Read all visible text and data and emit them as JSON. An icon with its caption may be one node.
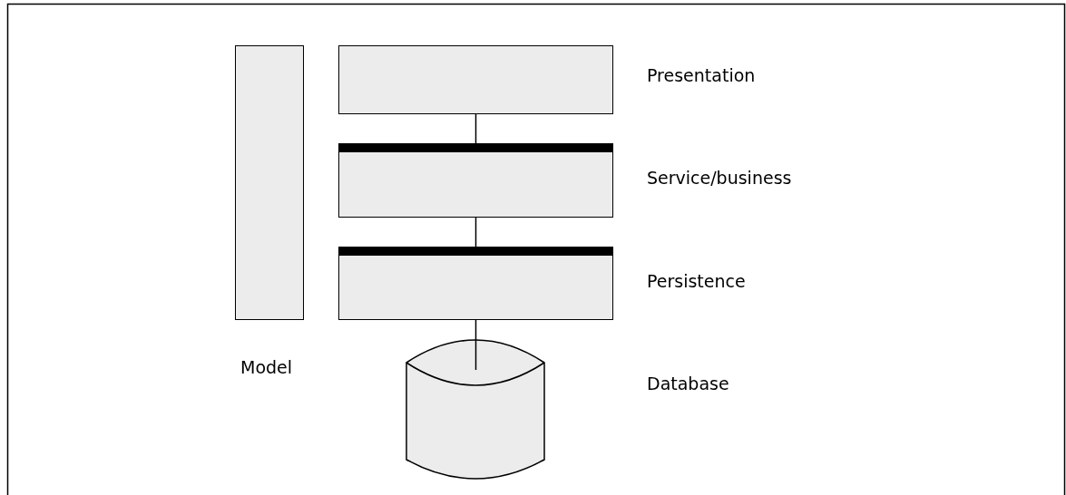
{
  "diagram": {
    "nodes": [
      {
        "text": [],
        "shape": "box",
        "beside": [
          "Model"
        ]
      },
      {
        "text": [],
        "shape": "box",
        "beside": [
          "Presentation"
        ]
      },
      {
        "text": [],
        "shape": "box",
        "beside": [
          "Service/business"
        ]
      },
      {
        "text": [],
        "shape": "box",
        "beside": [
          "Persistence"
        ]
      },
      {
        "text": [],
        "shape": "cylinder"
      }
    ],
    "labels": [
      "Database"
    ],
    "edges": [
      {
        "from": 1,
        "to": 2,
        "arrow": "none"
      },
      {
        "from": 2,
        "to": 3,
        "arrow": "none"
      },
      {
        "from": 3,
        "to": 4,
        "arrow": "none"
      }
    ]
  }
}
